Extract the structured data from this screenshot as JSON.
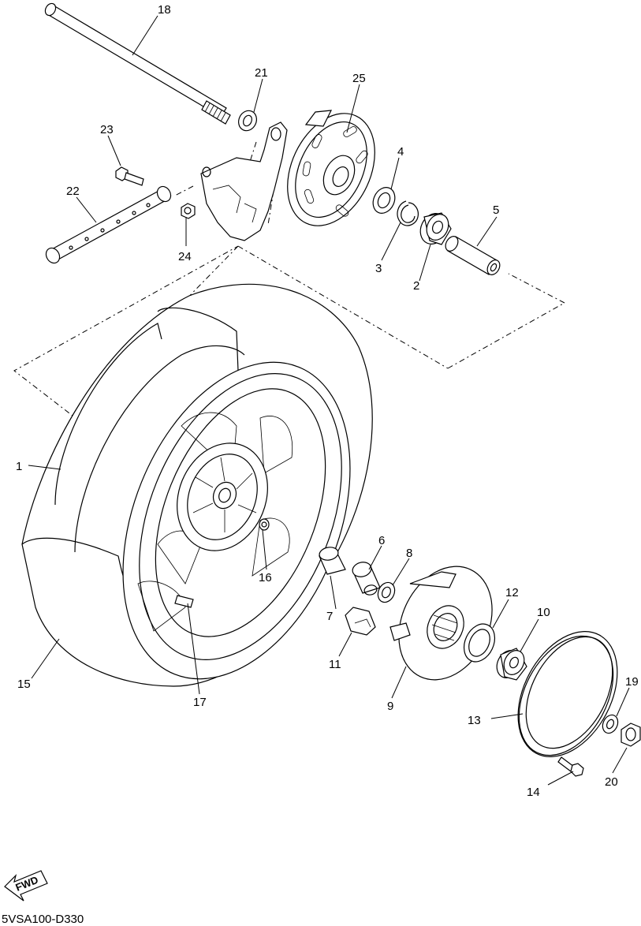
{
  "diagram_code": "5VSA100-D330",
  "fwd_label": "FWD",
  "callouts": [
    "1",
    "2",
    "3",
    "4",
    "5",
    "6",
    "7",
    "8",
    "9",
    "10",
    "11",
    "12",
    "13",
    "14",
    "15",
    "16",
    "17",
    "18",
    "19",
    "20",
    "21",
    "22",
    "23",
    "24",
    "25"
  ]
}
